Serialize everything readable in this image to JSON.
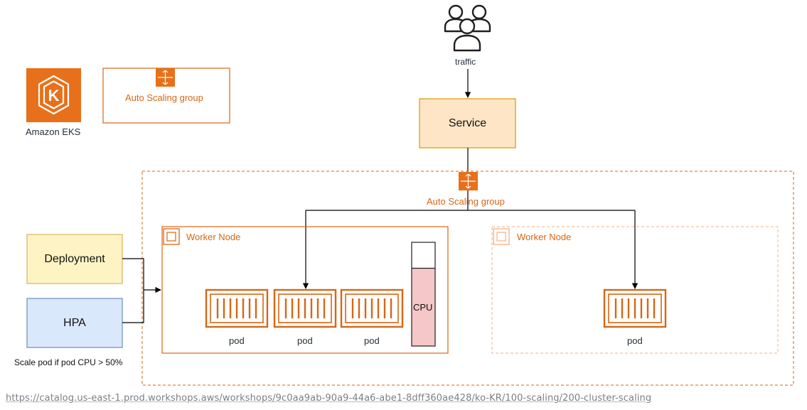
{
  "legend": {
    "eks_label": "Amazon EKS",
    "asg_label": "Auto Scaling group"
  },
  "traffic": {
    "label": "traffic"
  },
  "service": {
    "label": "Service"
  },
  "cluster_asg": {
    "label": "Auto Scaling group"
  },
  "deployment": {
    "label": "Deployment"
  },
  "hpa": {
    "label": "HPA",
    "note": "Scale pod if pod CPU > 50%"
  },
  "worker_node_1": {
    "label": "Worker Node",
    "pods": [
      {
        "label": "pod"
      },
      {
        "label": "pod"
      },
      {
        "label": "pod"
      }
    ],
    "cpu": {
      "label": "CPU",
      "usage_fraction": 0.75
    }
  },
  "worker_node_2": {
    "label": "Worker Node",
    "pods": [
      {
        "label": "pod"
      }
    ]
  },
  "source_url": "https://catalog.us-east-1.prod.workshops.aws/workshops/9c0aa9ab-90a9-44a6-abe1-8dff360ae428/ko-KR/100-scaling/200-cluster-scaling",
  "colors": {
    "aws_orange": "#d86613",
    "service_fill": "#fde5c5",
    "service_stroke": "#d79b00",
    "deployment_fill": "#fef3c3",
    "deployment_stroke": "#d6b656",
    "hpa_fill": "#dae8fc",
    "hpa_stroke": "#6c8ebf",
    "cpu_fill": "#f5c7c7",
    "cpu_stroke": "#b85450",
    "faded_orange": "#f2b184"
  }
}
